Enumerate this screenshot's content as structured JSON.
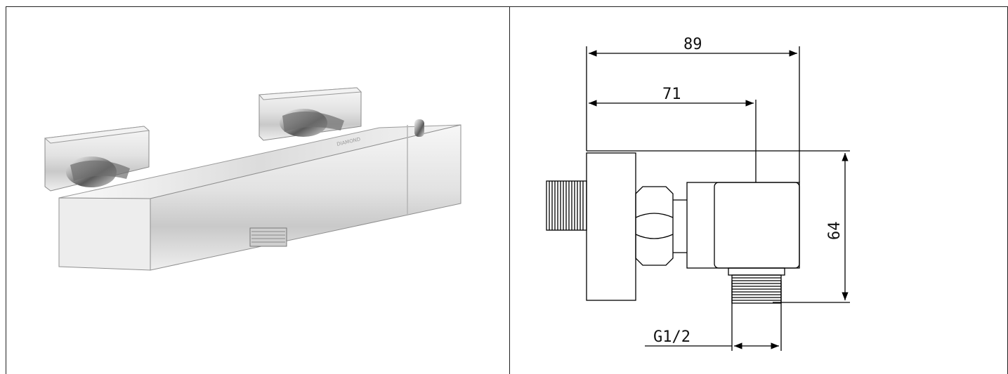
{
  "product": {
    "brand_engraving": "DIAMOND"
  },
  "drawing": {
    "dimensions": {
      "overall_depth": "89",
      "outlet_depth": "71",
      "height": "64",
      "thread": "G1/2"
    }
  }
}
